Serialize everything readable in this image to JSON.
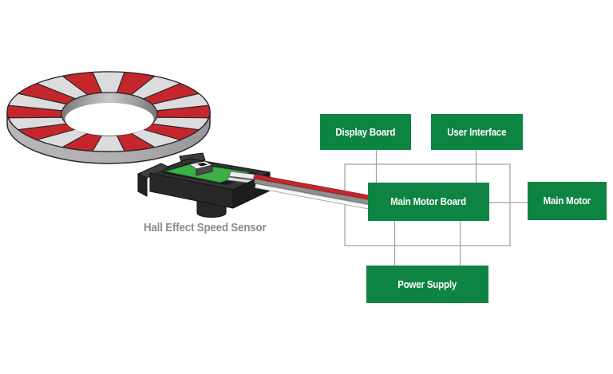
{
  "page": {
    "background": "#ffffff"
  },
  "illustration": {
    "sensor_label": "Hall Effect Speed Sensor",
    "ring_segments": 20,
    "colors": {
      "label_gray": "#8c8c8c",
      "ring_red": "#c5262c",
      "ring_light": "#dcdcde",
      "ring_side_light": "#b7b7b9",
      "ring_side_dark": "#96969a",
      "ring_wall_dark": "#78787c",
      "ring_wall_light": "#c8c8ca",
      "ring_outline": "#2a2527",
      "pcb_green": "#3daf46",
      "wire_red": "#c5262c",
      "wire_gray": "#909090",
      "wire_white": "#f7f7f7"
    }
  },
  "block_diagram": {
    "box_color": "#0e8442",
    "box_text_color": "#ffffff",
    "connector_color": "#a0a0a0",
    "boxes": [
      {
        "id": "display-board",
        "label": "Display Board"
      },
      {
        "id": "user-interface",
        "label": "User Interface"
      },
      {
        "id": "main-motor-board",
        "label": "Main Motor Board"
      },
      {
        "id": "main-motor",
        "label": "Main Motor"
      },
      {
        "id": "power-supply",
        "label": "Power Supply"
      }
    ]
  }
}
